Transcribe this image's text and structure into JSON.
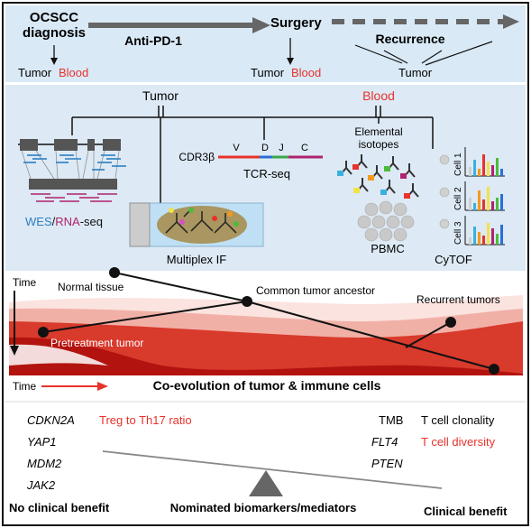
{
  "timeline": {
    "diagnosis_line1": "OCSCC",
    "diagnosis_line2": "diagnosis",
    "therapy": "Anti-PD-1",
    "surgery": "Surgery",
    "recurrence": "Recurrence",
    "tumor": "Tumor",
    "blood": "Blood",
    "colors": {
      "panel_bg": "#d9e9f6",
      "arrow": "#555555",
      "blood_red": "#e8322c"
    }
  },
  "methods": {
    "tumor": "Tumor",
    "blood": "Blood",
    "wes": "WES",
    "slash": "/",
    "rna": "RNA",
    "seq_suffix": "-seq",
    "multiplex_if": "Multiplex IF",
    "cdr3": "CDR3β",
    "seg_v": "V",
    "seg_d": "D",
    "seg_j": "J",
    "seg_c": "C",
    "tcr_seq": "TCR-seq",
    "elemental_line1": "Elemental",
    "elemental_line2": "isotopes",
    "pbmc": "PBMC",
    "cytof": "CyTOF",
    "cells": [
      "Cell 1",
      "Cell 2",
      "Cell 3"
    ],
    "colors": {
      "wes": "#2a7fc1",
      "rna": "#b0236e",
      "v": "#e8322c",
      "d": "#2a6fd6",
      "j": "#3aa84a",
      "c": "#b0236e"
    }
  },
  "evolution": {
    "time": "Time",
    "normal_tissue": "Normal tissue",
    "common_ancestor": "Common tumor ancestor",
    "recurrent_tumors": "Recurrent tumors",
    "pretreatment": "Pretreatment tumor",
    "coevolution": "Co-evolution of tumor & immune cells",
    "colors": {
      "dark_red": "#b3130f",
      "mid_red": "#d83a2c",
      "light_red": "#f1b0a6"
    }
  },
  "biomarkers": {
    "left_genes": [
      "CDKN2A",
      "YAP1",
      "MDM2",
      "JAK2"
    ],
    "treg_ratio": "Treg to Th17 ratio",
    "tmb": "TMB",
    "t_cell_clonality": "T cell clonality",
    "flt4": "FLT4",
    "t_cell_diversity": "T cell diversity",
    "pten": "PTEN",
    "no_benefit": "No clinical benefit",
    "nominated": "Nominated biomarkers/mediators",
    "benefit": "Clinical benefit",
    "colors": {
      "red": "#e8322c",
      "fulcrum": "#666666"
    }
  }
}
